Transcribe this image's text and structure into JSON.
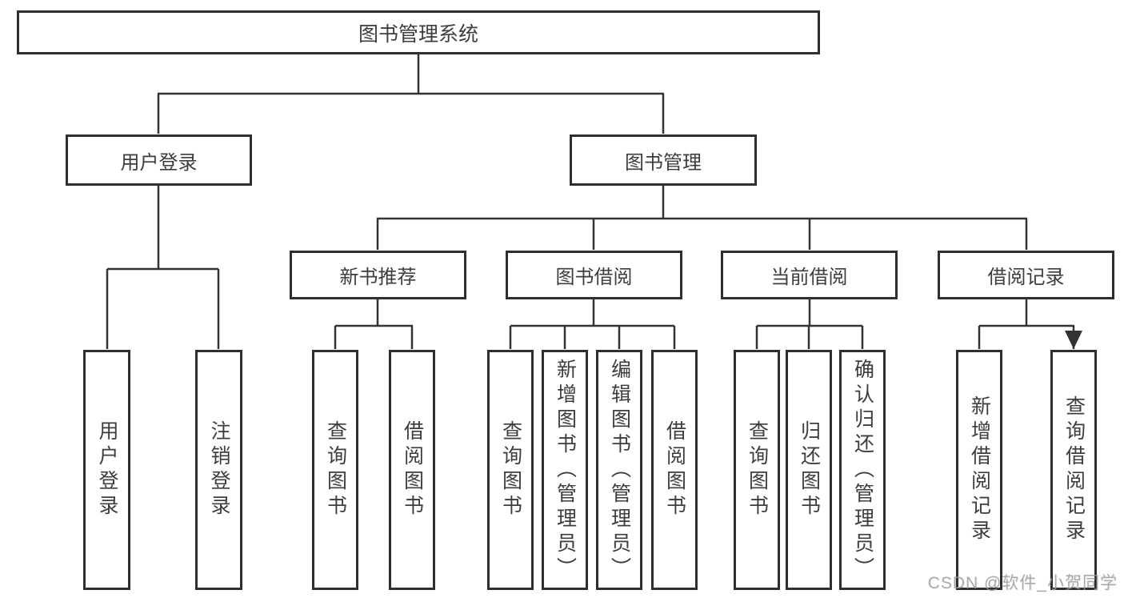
{
  "tree": {
    "label": "图书管理系统",
    "children": [
      {
        "label": "用户登录",
        "children": [
          {
            "label": "用户登录"
          },
          {
            "label": "注销登录"
          }
        ]
      },
      {
        "label": "图书管理",
        "children": [
          {
            "label": "新书推荐",
            "children": [
              {
                "label": "查询图书"
              },
              {
                "label": "借阅图书"
              }
            ]
          },
          {
            "label": "图书借阅",
            "children": [
              {
                "label": "查询图书"
              },
              {
                "label": "新增图书（管理员）"
              },
              {
                "label": "编辑图书（管理员）"
              },
              {
                "label": "借阅图书"
              }
            ]
          },
          {
            "label": "当前借阅",
            "children": [
              {
                "label": "查询图书"
              },
              {
                "label": "归还图书"
              },
              {
                "label": "确认归还（管理员）"
              }
            ]
          },
          {
            "label": "借阅记录",
            "children": [
              {
                "label": "新增借阅记录"
              },
              {
                "label": "查询借阅记录"
              }
            ]
          }
        ]
      }
    ]
  },
  "watermark": {
    "text": "CSDN @软件_小贺同学"
  },
  "colors": {
    "line": "#333333",
    "box_border": "#2f2f2f",
    "box_fill": "#ffffff",
    "text": "#3d3d3d",
    "watermark": "#9b9b9b",
    "background": "#ffffff"
  }
}
